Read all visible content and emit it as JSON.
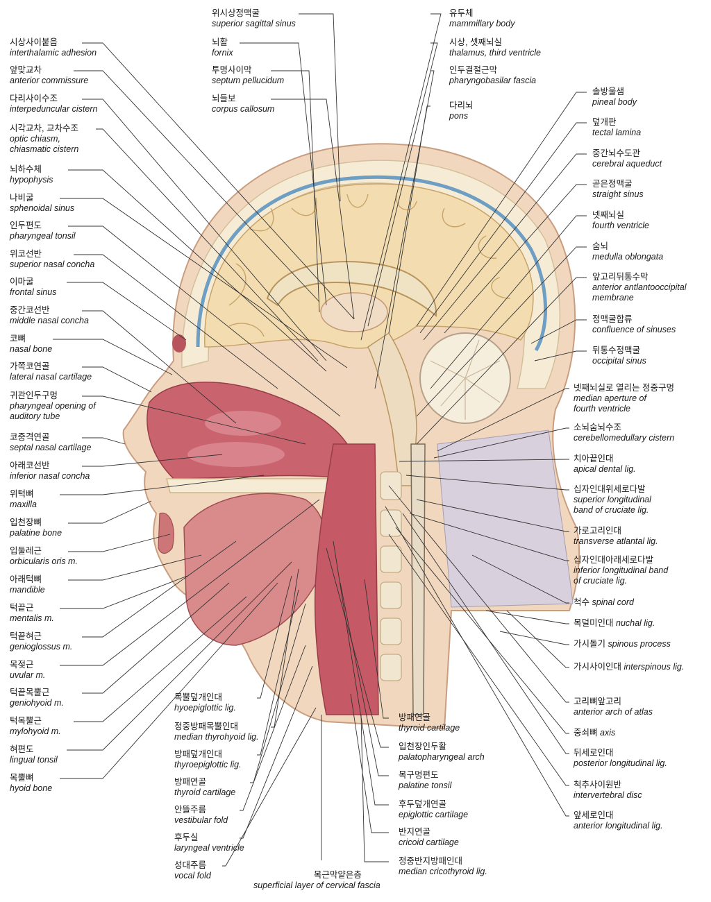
{
  "labels": {
    "l1": {
      "ko": "시상사이붙음",
      "en": "interthalamic adhesion"
    },
    "l2": {
      "ko": "앞맞교차",
      "en": "anterior commissure"
    },
    "l3": {
      "ko": "다리사이수조",
      "en": "interpeduncular cistern"
    },
    "l4": {
      "ko": "시각교차, 교차수조",
      "en1": "optic chiasm,",
      "en2": "chiasmatic cistern"
    },
    "l5": {
      "ko": "뇌하수체",
      "en": "hypophysis"
    },
    "l6": {
      "ko": "나비굴",
      "en": "sphenoidal sinus"
    },
    "l7": {
      "ko": "인두편도",
      "en": "pharyngeal tonsil"
    },
    "l8": {
      "ko": "위코선반",
      "en": "superior nasal concha"
    },
    "l9": {
      "ko": "이마굴",
      "en": "frontal sinus"
    },
    "l10": {
      "ko": "중간코선반",
      "en": "middle nasal concha"
    },
    "l11": {
      "ko": "코뼈",
      "en": "nasal bone"
    },
    "l12": {
      "ko": "가쪽코연골",
      "en": "lateral nasal cartilage"
    },
    "l13": {
      "ko": "귀관인두구멍",
      "en1": "pharyngeal opening of",
      "en2": "auditory tube"
    },
    "l14": {
      "ko": "코중격연골",
      "en": "septal nasal cartilage"
    },
    "l15": {
      "ko": "아래코선반",
      "en": "inferior nasal concha"
    },
    "l16": {
      "ko": "위턱뼈",
      "en": "maxilla"
    },
    "l17": {
      "ko": "입천장뼈",
      "en": "palatine bone"
    },
    "l18": {
      "ko": "입둘레근",
      "en": "orbicularis oris m."
    },
    "l19": {
      "ko": "아래턱뼈",
      "en": "mandible"
    },
    "l20": {
      "ko": "턱끝근",
      "en": "mentalis m."
    },
    "l21": {
      "ko": "턱끝혀근",
      "en": "genioglossus m."
    },
    "l22": {
      "ko": "목젖근",
      "en": "uvular m."
    },
    "l23": {
      "ko": "턱끝목뿔근",
      "en": "geniohyoid m."
    },
    "l24": {
      "ko": "턱목뿔근",
      "en": "mylohyoid m."
    },
    "l25": {
      "ko": "혀편도",
      "en": "lingual tonsil"
    },
    "l26": {
      "ko": "목뿔뼈",
      "en": "hyoid bone"
    },
    "t1": {
      "ko": "위시상정맥굴",
      "en": "superior sagittal sinus"
    },
    "t2": {
      "ko": "뇌활",
      "en": "fornix"
    },
    "t3": {
      "ko": "투명사이막",
      "en": "septum pellucidum"
    },
    "t4": {
      "ko": "뇌들보",
      "en": "corpus callosum"
    },
    "t5": {
      "ko": "유두체",
      "en": "mammillary body"
    },
    "t6": {
      "ko": "시상, 셋째뇌실",
      "en": "thalamus, third ventricle"
    },
    "t7": {
      "ko": "인두결절근막",
      "en": "pharyngobasilar fascia"
    },
    "t8": {
      "ko": "다리뇌",
      "en": "pons"
    },
    "r1": {
      "ko": "솔방울샘",
      "en": "pineal body"
    },
    "r2": {
      "ko": "덮개판",
      "en": "tectal lamina"
    },
    "r3": {
      "ko": "중간뇌수도관",
      "en": "cerebral aqueduct"
    },
    "r4": {
      "ko": "곧은정맥굴",
      "en": "straight sinus"
    },
    "r5": {
      "ko": "넷째뇌실",
      "en": "fourth ventricle"
    },
    "r6": {
      "ko": "숨뇌",
      "en": "medulla oblongata"
    },
    "r7": {
      "ko": "앞고리뒤통수막",
      "en1": "anterior antlantooccipital",
      "en2": "membrane"
    },
    "r8": {
      "ko": "정맥굴합류",
      "en": "confluence of sinuses"
    },
    "r9": {
      "ko": "뒤통수정맥굴",
      "en": "occipital sinus"
    },
    "r10": {
      "ko": "넷째뇌실로 열리는 정중구멍",
      "en1": "median aperture of",
      "en2": "fourth ventricle"
    },
    "r11": {
      "ko": "소뇌숨뇌수조",
      "en": "cerebellomedullary cistern"
    },
    "r12": {
      "ko": "치아끝인대",
      "en": "apical dental lig."
    },
    "r13": {
      "ko": "십자인대위세로다발",
      "en1": "superior longitudinal",
      "en2": "band of cruciate lig."
    },
    "r14": {
      "ko": "가로고리인대",
      "en": "transverse atlantal lig."
    },
    "r15": {
      "ko": "십자인대아래세로다발",
      "en1": "inferior longitudinal band",
      "en2": "of cruciate lig."
    },
    "r16": {
      "ko": "척수",
      "en": "spinal cord"
    },
    "r17": {
      "ko": "목덜미인대",
      "en": "nuchal lig."
    },
    "r18": {
      "ko": "가시돌기",
      "en": "spinous process"
    },
    "r19": {
      "ko": "가시사이인대",
      "en": "interspinous lig."
    },
    "r20": {
      "ko": "고리뼈앞고리",
      "en": "anterior arch of atlas"
    },
    "r21": {
      "ko": "중쇠뼈",
      "en": "axis"
    },
    "r22": {
      "ko": "뒤세로인대",
      "en": "posterior longitudinal lig."
    },
    "r23": {
      "ko": "척추사이원반",
      "en": "intervertebral disc"
    },
    "r24": {
      "ko": "앞세로인대",
      "en": "anterior longitudinal lig."
    },
    "b1": {
      "ko": "목뿔덮개인대",
      "en": "hyoepiglottic lig."
    },
    "b2": {
      "ko": "정중방패목뿔인대",
      "en": "median thyrohyoid lig."
    },
    "b3": {
      "ko": "방패덮개인대",
      "en": "thyroepiglottic lig."
    },
    "b4": {
      "ko": "방패연골",
      "en": "thyroid cartilage"
    },
    "b5": {
      "ko": "안뜰주름",
      "en": "vestibular fold"
    },
    "b6": {
      "ko": "후두실",
      "en": "laryngeal ventricle"
    },
    "b7": {
      "ko": "성대주름",
      "en": "vocal fold"
    },
    "b8": {
      "ko": "목근막얕은층",
      "en": "superficial layer of cervical fascia"
    },
    "b9": {
      "ko": "방패연골",
      "en": "thyroid cartilage"
    },
    "b10": {
      "ko": "입천장인두활",
      "en": "palatopharyngeal arch"
    },
    "b11": {
      "ko": "목구멍편도",
      "en": "palatine tonsil"
    },
    "b12": {
      "ko": "후두덮개연골",
      "en": "epiglottic cartilage"
    },
    "b13": {
      "ko": "반지연골",
      "en": "cricoid cartilage"
    },
    "b14": {
      "ko": "정중반지방패인대",
      "en": "median cricothyroid lig."
    }
  }
}
